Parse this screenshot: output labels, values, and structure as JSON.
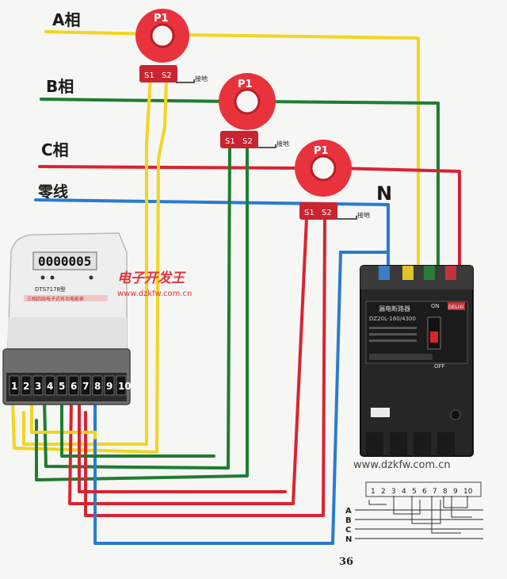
{
  "lines": {
    "a_label": "A相",
    "b_label": "B相",
    "c_label": "C相",
    "n_label": "零线",
    "n_mark": "N"
  },
  "ct": {
    "primary_label": "P1",
    "s1_label": "S1",
    "s2_label": "S2",
    "ground_label": "接地"
  },
  "meter": {
    "reading": "0000005",
    "model": "DTS7178型",
    "title_strip": "三相四线电子式有功电能表",
    "terminals": [
      "1",
      "2",
      "3",
      "4",
      "5",
      "6",
      "7",
      "8",
      "9",
      "10"
    ]
  },
  "breaker": {
    "name": "漏电断路器",
    "model": "DZ20L-160/4300",
    "on_label": "ON",
    "off_label": "OFF",
    "brand": "DELIXI"
  },
  "watermark": {
    "cn_text": "电子开发王",
    "url_top": "www.dzkfw.com.cn",
    "url_bottom": "www.dzkfw.com.cn"
  },
  "schematic": {
    "terminals": [
      "1",
      "2",
      "3",
      "4",
      "5",
      "6",
      "7",
      "8",
      "9",
      "10"
    ],
    "rows": [
      "A",
      "B",
      "C",
      "N"
    ]
  },
  "page_number": "36",
  "colors": {
    "phase_a": "#f2d51f",
    "phase_b": "#1e7d32",
    "phase_c": "#d92332",
    "neutral": "#2a7bd0",
    "ct_body": "#e8333d"
  }
}
